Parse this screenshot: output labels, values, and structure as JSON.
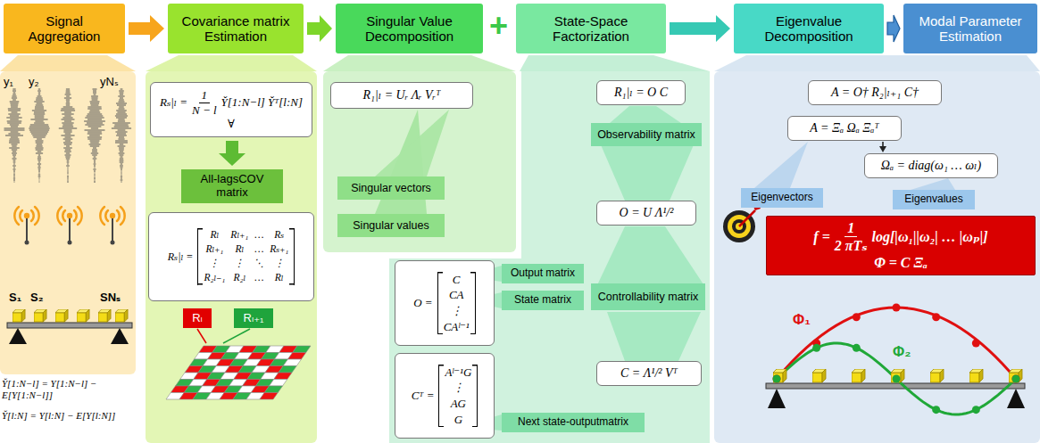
{
  "diagram": {
    "nodes": [
      {
        "text": [
          "Signal Aggregation"
        ]
      },
      {
        "text": [
          "Covariance matrix Estimation"
        ]
      },
      {
        "text": [
          "Singular Value Decomposition"
        ]
      },
      {
        "text": [
          "State-Space Factorization"
        ]
      },
      {
        "text": [
          "Eigenvalue Decomposition"
        ]
      },
      {
        "text": [
          "Modal Parameter Estimation"
        ]
      },
      {
        "text": [
          "Rₛ|ₗ =",
          "1",
          "N − l",
          "Y̌[1:N−l] Y̌ᵀ[l:N]",
          "∀"
        ]
      },
      {
        "text": [
          "All-lagsCOV matrix"
        ]
      },
      {
        "text": [
          "Rₛ|ₗ =",
          "Rₗ",
          "Rₗ₊₁",
          "…",
          "Rₛ",
          "Rₗ₊₁",
          "Rₗ",
          "…",
          "Rₛ₊₁",
          "⋮",
          "⋮",
          "⋱",
          "⋮",
          "R₂ₗ₋₁",
          "R₂ₗ",
          "…",
          "Rₗ"
        ]
      },
      {
        "text": [
          "Rₗ"
        ]
      },
      {
        "text": [
          "Rₗ₊₁"
        ]
      },
      {
        "text": [
          "R₁|ₗ = Uᵣ Λᵣ Vᵣᵀ"
        ]
      },
      {
        "text": [
          "Singular vectors"
        ]
      },
      {
        "text": [
          "Singular values"
        ]
      },
      {
        "text": [
          "R₁|ₗ = O C"
        ]
      },
      {
        "text": [
          "Observability matrix"
        ]
      },
      {
        "text": [
          "O = U Λ¹/²"
        ]
      },
      {
        "text": [
          "Controllability matrix"
        ]
      },
      {
        "text": [
          "C = Λ¹/² Vᵀ"
        ]
      },
      {
        "text": [
          "O =",
          "C",
          "CA",
          "⋮",
          "CAˡ⁻¹"
        ]
      },
      {
        "text": [
          "Output matrix"
        ]
      },
      {
        "text": [
          "State matrix"
        ]
      },
      {
        "text": [
          "Cᵀ =",
          "Aˡ⁻¹G",
          "⋮",
          "AG",
          "G"
        ]
      },
      {
        "text": [
          "Next state-outputmatrix"
        ]
      },
      {
        "text": [
          "A = O† R₂|ₗ₊₁ C†"
        ]
      },
      {
        "text": [
          "A = Ξₐ Ωₐ Ξₐᵀ"
        ]
      },
      {
        "text": [
          "Ωₐ = diag(ω₁ … ωₗ)"
        ]
      },
      {
        "text": [
          "Eigenvectors"
        ]
      },
      {
        "text": [
          "Eigenvalues"
        ]
      },
      {
        "text": [
          "f =",
          "1",
          "2 πTₛ",
          "log[|ω₁||ω₂| … |ωₚ|]",
          "Φ = C Ξₐ"
        ]
      }
    ],
    "edges": [
      {
        "from": 0,
        "to": 1,
        "arrow": "to"
      },
      {
        "from": 1,
        "to": 2,
        "arrow": "to"
      },
      {
        "from": 3,
        "to": 4,
        "arrow": "to"
      },
      {
        "from": 4,
        "to": 5,
        "arrow": "to"
      },
      {
        "from": 6,
        "to": 7,
        "arrow": "to"
      },
      {
        "from": 25,
        "to": 26,
        "arrow": "to"
      }
    ],
    "labels": [
      "y₁",
      "y₂",
      "yNₛ",
      "S₁",
      "S₂",
      "SNₛ",
      "Y̌[1:N−l] = Y[1:N−l] − E[Y[1:N−l]]",
      "Y̌[l:N] = Y[l:N] − E[Y[l:N]]",
      "+",
      "Φ₁",
      "Φ₂"
    ]
  }
}
